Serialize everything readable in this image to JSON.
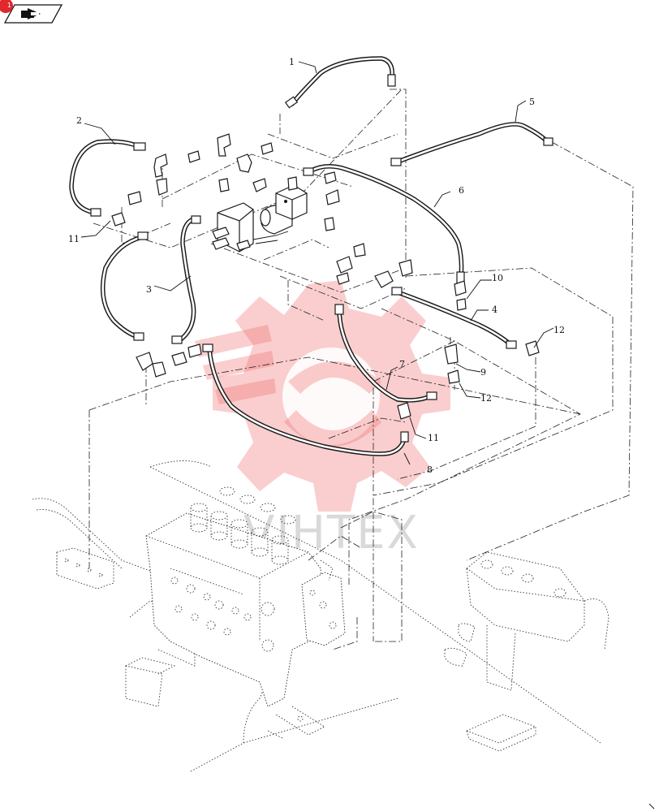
{
  "badge_text": "1",
  "watermark_text": "VIHTEX",
  "callouts": {
    "c1": "1",
    "c2": "2",
    "c3": "3",
    "c4": "4",
    "c5": "5",
    "c6": "6",
    "c7": "7",
    "c8": "8",
    "c9": "9",
    "c10": "10",
    "c11a": "11",
    "c11b": "11",
    "c12a": "12",
    "c12b": "12"
  },
  "colors": {
    "watermark": "#f06a6a",
    "badge": "#e0282e",
    "line": "#1a1a1a"
  },
  "icons": {
    "nav": "page-forward-icon"
  }
}
